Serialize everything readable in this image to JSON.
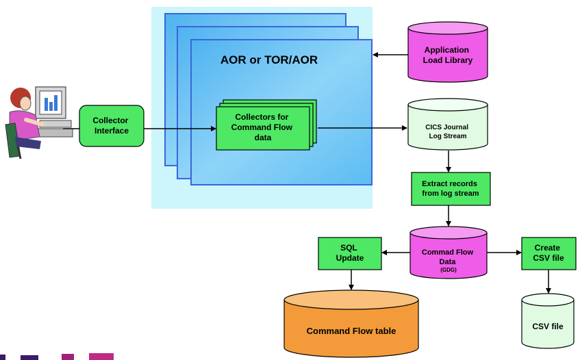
{
  "region_title": "AOR or TOR/AOR",
  "collectors": [
    "Collectors for",
    "Command Flow",
    "data"
  ],
  "collector_interface": [
    "Collector",
    "Interface"
  ],
  "app_load_library": [
    "Application",
    "Load Library"
  ],
  "journal": [
    "CICS Journal",
    "Log Stream"
  ],
  "extract": [
    "Extract records",
    "from log stream"
  ],
  "cmd_flow_data": [
    "Commad Flow",
    "Data",
    "(GDG)"
  ],
  "sql_update": [
    "SQL",
    "Update"
  ],
  "create_csv": [
    "Create",
    "CSV file"
  ],
  "command_flow_table": "Command Flow table",
  "csv_file": "CSV file",
  "colors": {
    "panel": "#ccf5fc",
    "window_fill": "#6ec6f4",
    "window_border": "#3a66d8",
    "green": "#4ee864",
    "magenta": "#ef5ce8",
    "pale_green": "#e0fbe2",
    "orange": "#f39b3a",
    "brand": "#a0207a"
  }
}
